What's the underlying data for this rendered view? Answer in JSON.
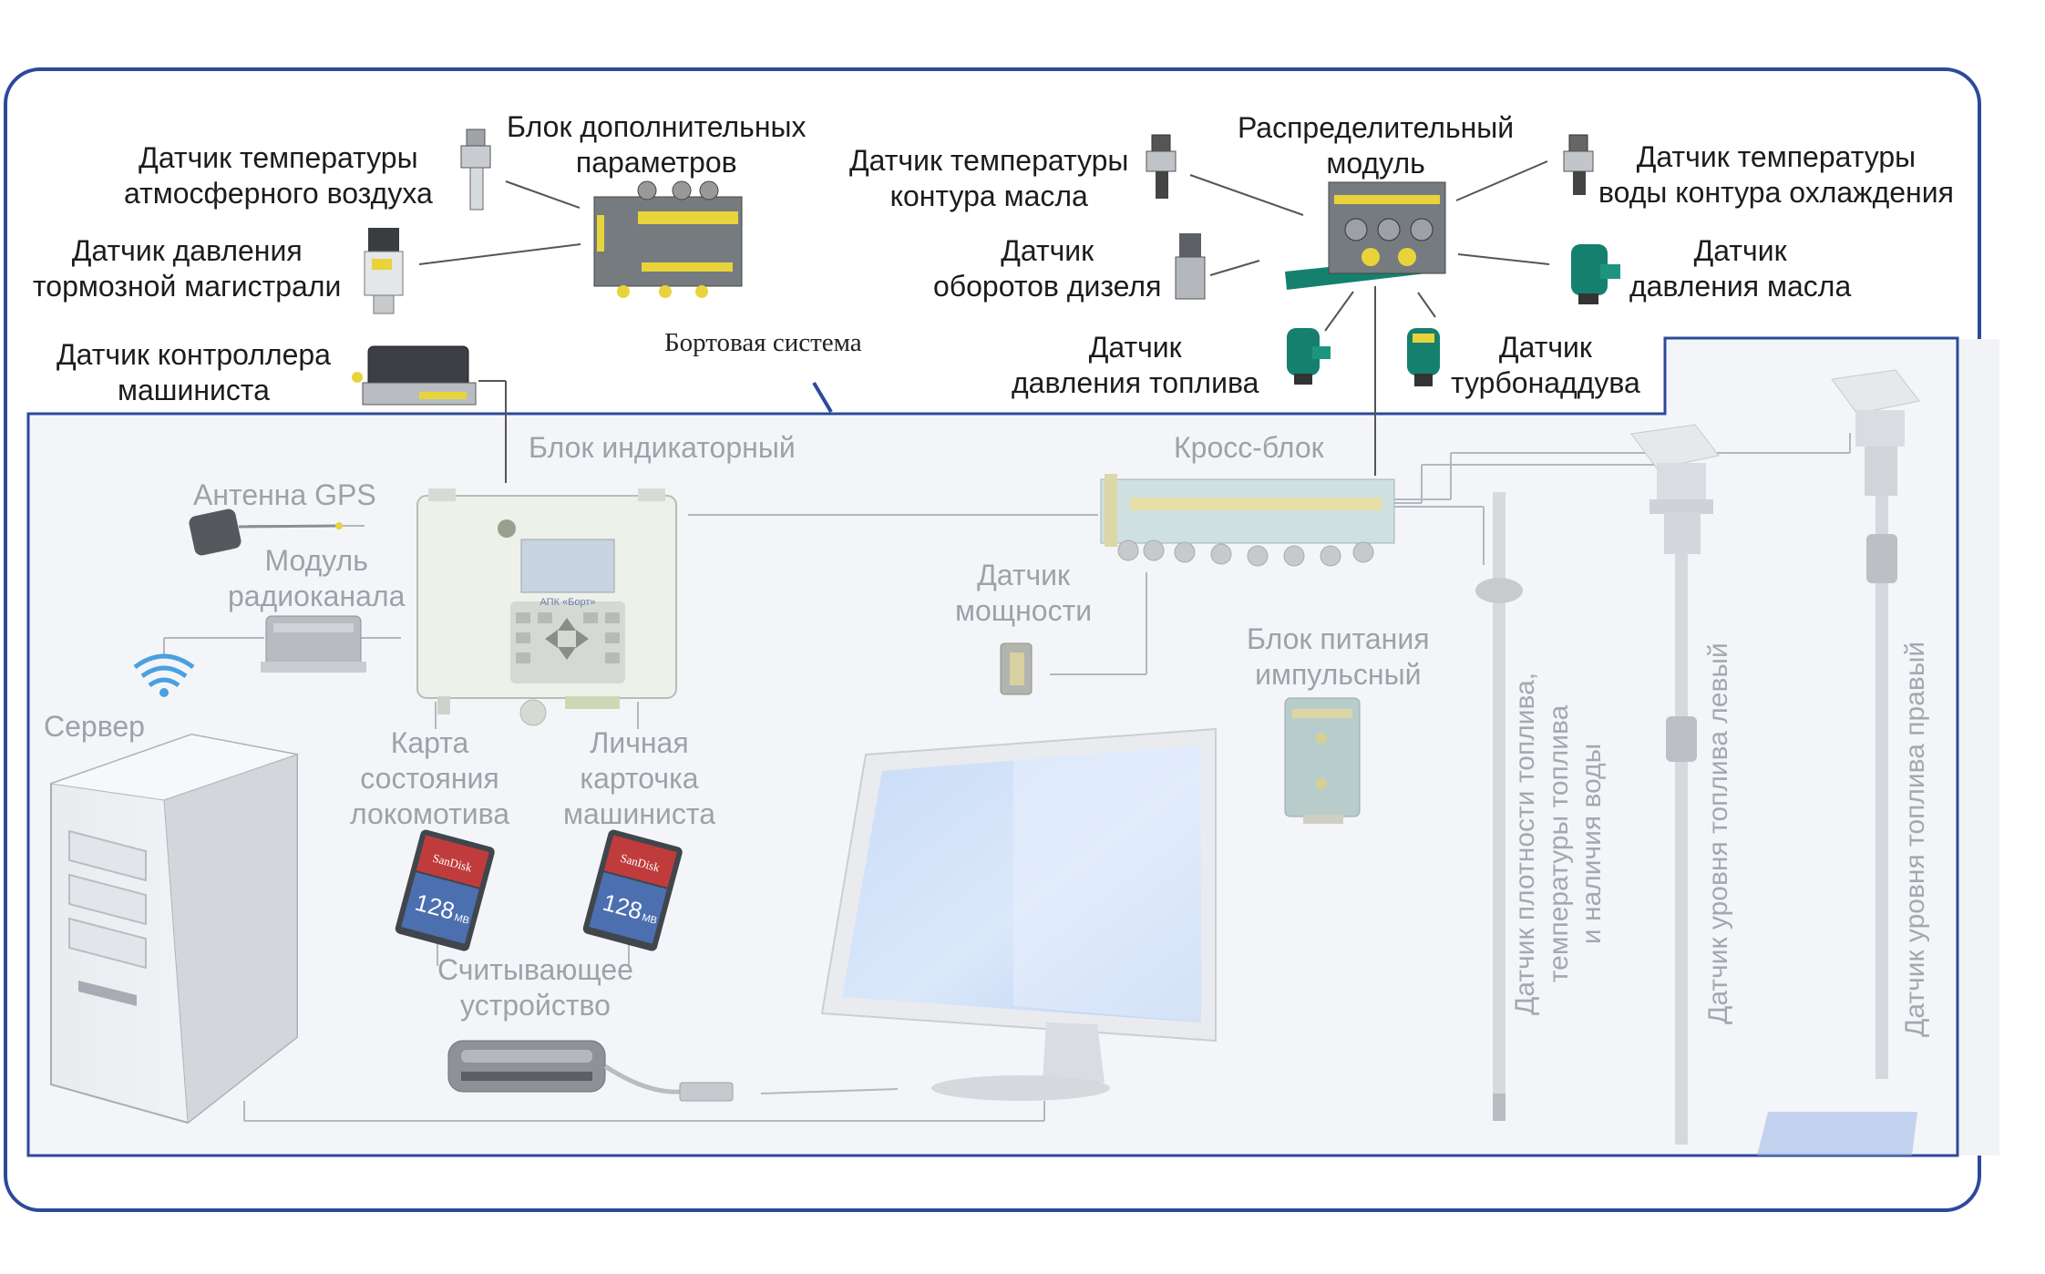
{
  "labels": {
    "temp_air": [
      "Датчик температуры",
      "атмосферного воздуха"
    ],
    "extra_params_block": [
      "Блок дополнительных",
      "параметров"
    ],
    "temp_oil": [
      "Датчик температуры",
      "контура масла"
    ],
    "distribution_module": [
      "Распределительный",
      "модуль"
    ],
    "temp_water": [
      "Датчик температуры",
      "воды контура охлаждения"
    ],
    "brake_pressure": [
      "Датчик давления",
      "тормозной магистрали"
    ],
    "diesel_rpm": [
      "Датчик",
      "оборотов дизеля"
    ],
    "oil_pressure": [
      "Датчик",
      "давления масла"
    ],
    "onboard_system": "Бортовая система",
    "driver_controller": [
      "Датчик контроллера",
      "машиниста"
    ],
    "fuel_pressure": [
      "Датчик",
      "давления топлива"
    ],
    "turbo": [
      "Датчик",
      "турбонаддува"
    ],
    "indicator_block": "Блок индикаторный",
    "cross_block": "Кросс-блок",
    "gps_antenna": "Антенна GPS",
    "radio_module": [
      "Модуль",
      "радиоканала"
    ],
    "power_sensor": [
      "Датчик",
      "мощности"
    ],
    "pulse_power_supply": [
      "Блок питания",
      "импульсный"
    ],
    "server": "Сервер",
    "loco_card": [
      "Карта",
      "состояния",
      "локомотива"
    ],
    "driver_card": [
      "Личная",
      "карточка",
      "машиниста"
    ],
    "card_reader": [
      "Считывающее",
      "устройство"
    ],
    "fuel_density": [
      "Датчик плотности топлива,",
      "температуры топлива",
      "и наличия воды"
    ],
    "fuel_level_left": "Датчик уровня топлива левый",
    "fuel_level_right": "Датчик уровня топлива правый"
  },
  "device_text": {
    "terminal_brand": "АПК «Борт»",
    "sd_brand": "SanDisk",
    "sd_capacity": "128",
    "sd_unit": "MB"
  },
  "colors": {
    "outer_frame": "#2c4a9a",
    "inner_frame": "#2c4a9a",
    "module_gray": "#767b80",
    "module_yellow": "#e8d43a",
    "sensor_teal": "#15806e",
    "faded_panel": "#f4f5f9"
  }
}
